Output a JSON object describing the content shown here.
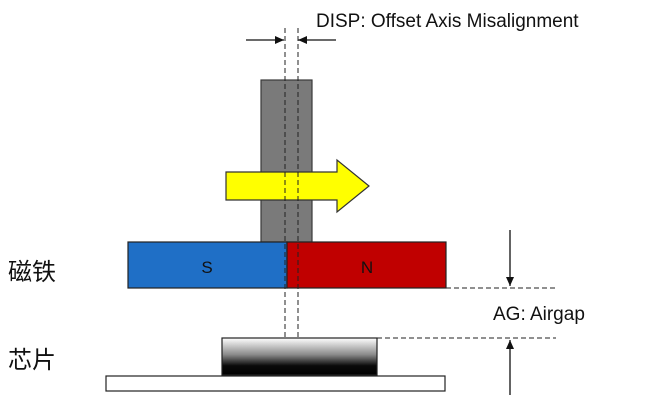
{
  "labels": {
    "disp": "DISP: Offset Axis Misalignment",
    "airgap": "AG: Airgap",
    "magnet_cn": "磁铁",
    "chip_cn": "芯片",
    "south": "S",
    "north": "N"
  },
  "colors": {
    "shaft": "#7a7a7a",
    "arrow": "#ffff00",
    "south": "#1f6fc6",
    "north": "#c00000",
    "outline": "#222222"
  },
  "icons": {
    "rotation": "right-arrow-icon"
  }
}
